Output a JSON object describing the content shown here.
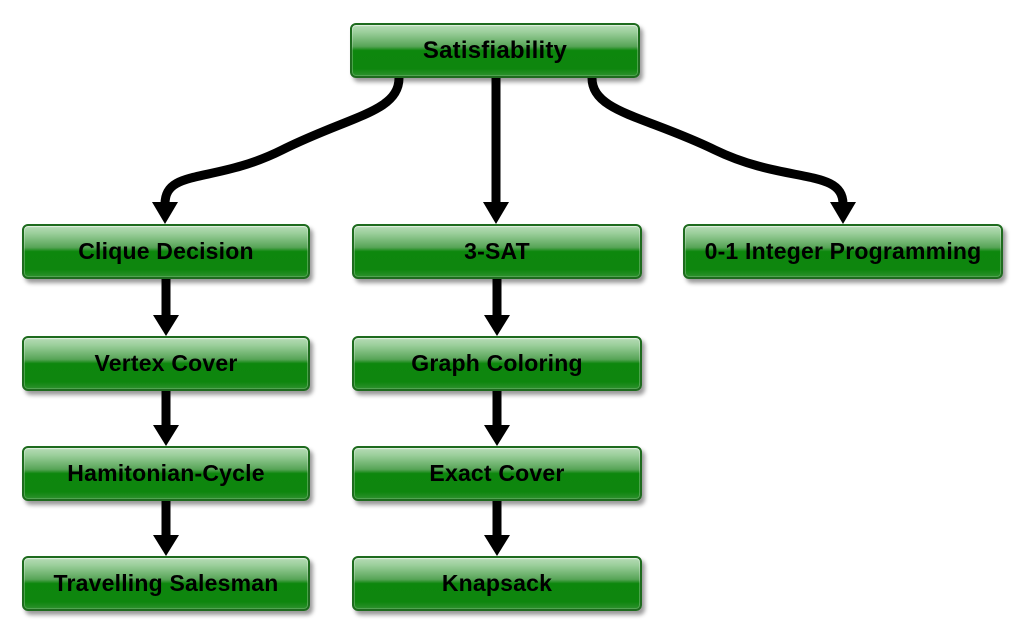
{
  "diagram": {
    "nodes": [
      {
        "id": "satisfiability",
        "label": "Satisfiability"
      },
      {
        "id": "clique-decision",
        "label": "Clique Decision"
      },
      {
        "id": "3-sat",
        "label": "3-SAT"
      },
      {
        "id": "0-1-integer-programming",
        "label": "0-1 Integer Programming"
      },
      {
        "id": "vertex-cover",
        "label": "Vertex Cover"
      },
      {
        "id": "graph-coloring",
        "label": "Graph Coloring"
      },
      {
        "id": "hamitonian-cycle",
        "label": "Hamitonian-Cycle"
      },
      {
        "id": "exact-cover",
        "label": "Exact Cover"
      },
      {
        "id": "travelling-salesman",
        "label": "Travelling Salesman"
      },
      {
        "id": "knapsack",
        "label": "Knapsack"
      }
    ],
    "edges": [
      {
        "from": "Satisfiability",
        "to": "Clique Decision",
        "style": "curved-left"
      },
      {
        "from": "Satisfiability",
        "to": "3-SAT",
        "style": "straight"
      },
      {
        "from": "Satisfiability",
        "to": "0-1 Integer Programming",
        "style": "curved-right"
      },
      {
        "from": "Clique Decision",
        "to": "Vertex Cover",
        "style": "straight"
      },
      {
        "from": "Vertex Cover",
        "to": "Hamitonian-Cycle",
        "style": "straight"
      },
      {
        "from": "Hamitonian-Cycle",
        "to": "Travelling Salesman",
        "style": "straight"
      },
      {
        "from": "3-SAT",
        "to": "Graph Coloring",
        "style": "straight"
      },
      {
        "from": "Graph Coloring",
        "to": "Exact Cover",
        "style": "straight"
      },
      {
        "from": "Exact Cover",
        "to": "Knapsack",
        "style": "straight"
      }
    ],
    "colors": {
      "node_fill_light": "#b6dbb6",
      "node_fill_dark": "#0d870d",
      "node_border": "#1e6b1e",
      "arrow": "#000000",
      "background": "#ffffff"
    }
  }
}
